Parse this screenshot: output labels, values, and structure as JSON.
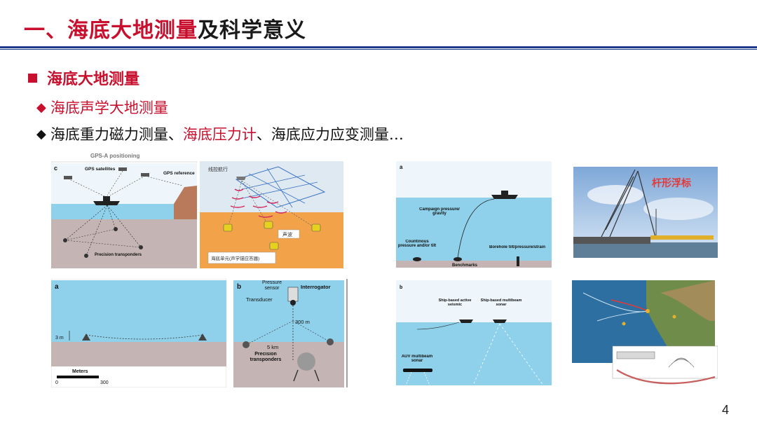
{
  "slide": {
    "title_red": "一、海底大地测量",
    "title_dark": "及科学意义",
    "page_number": "4"
  },
  "bullets": {
    "level1": "海底大地测量",
    "item1": "海底声学大地测量",
    "item2_a": "海底重力磁力测量、",
    "item2_b": "海底压力计",
    "item2_c": "、海底应力应变测量…"
  },
  "fig_gps": {
    "header": "GPS-A positioning",
    "panel": "c",
    "satellites": "GPS satellites",
    "reference": "GPS reference",
    "precision": "Precision transponders"
  },
  "fig_cn": {
    "track": "线控航行",
    "sound": "声波",
    "unit": "海底单元(声学锚应答器)"
  },
  "fig_pressure": {
    "panel": "a",
    "campaign": "Campaign pressure/ gravity",
    "continuous": "Countinous pressure and/or tilt",
    "borehole": "Borehole tilt/pressure/strain",
    "benchmarks": "Benchmarks"
  },
  "fig_buoy": {
    "label": "杆形浮标"
  },
  "fig_meters": {
    "panel": "a",
    "height": "3 m",
    "unit": "Meters",
    "tick0": "0",
    "tick1": "300"
  },
  "fig_interrogator": {
    "panel": "b",
    "pressure": "Pressure sensor",
    "interrogator": "Interrogator",
    "transducer": "Transducer",
    "depth": "300 m",
    "range": "5 km",
    "precision": "Precision transponders"
  },
  "fig_seismic": {
    "panel": "b",
    "ship_active": "Ship-based active seismic",
    "ship_sonar": "Ship-based multibeam sonar",
    "auv": "AUV multibeam sonar"
  },
  "colors": {
    "accent_red": "#c8102e",
    "rule_blue": "#1f3a8a"
  }
}
